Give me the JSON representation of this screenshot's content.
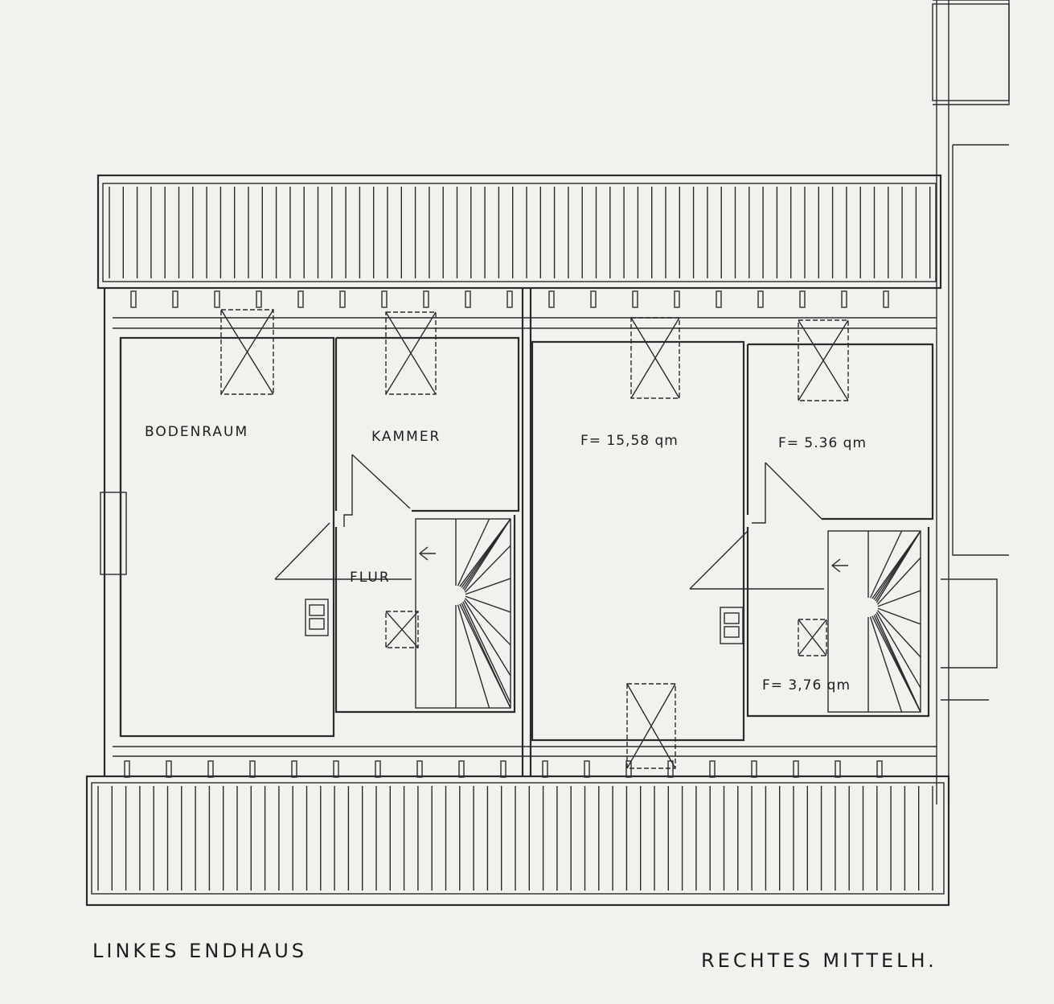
{
  "rooms": {
    "bodenraum": "BODENRAUM",
    "kammer": "KAMMER",
    "flur": "FLUR",
    "area_main": "F= 15,58 qm",
    "area_kammer": "F= 5.36 qm",
    "area_flur": "F= 3,76 qm"
  },
  "captions": {
    "left": "LINKES ENDHAUS",
    "right": "RECHTES MITTELH."
  },
  "colors": {
    "line": "#2b2b2b",
    "paper": "#f1f1ee"
  }
}
